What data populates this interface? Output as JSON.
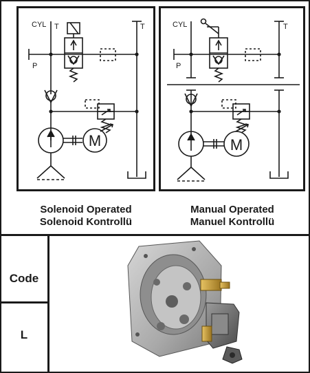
{
  "schematics": {
    "solenoid": {
      "port_cyl": "CYL",
      "port_t_top": "T",
      "port_t_right": "T",
      "port_p": "P",
      "motor_letter": "M"
    },
    "manual": {
      "port_cyl": "CYL",
      "port_t_right": "T",
      "port_p": "P",
      "motor_letter": "M"
    }
  },
  "captions": {
    "solenoid_line1": "Solenoid Operated",
    "solenoid_line2": "Solenoid Kontrollü",
    "manual_line1": "Manual Operated",
    "manual_line2": "Manuel Kontrollü"
  },
  "table": {
    "code_label": "Code",
    "l_label": "L"
  },
  "colors": {
    "line": "#1a1a1a",
    "brass": "#c9a13a",
    "metal": "#b5b5b5"
  }
}
